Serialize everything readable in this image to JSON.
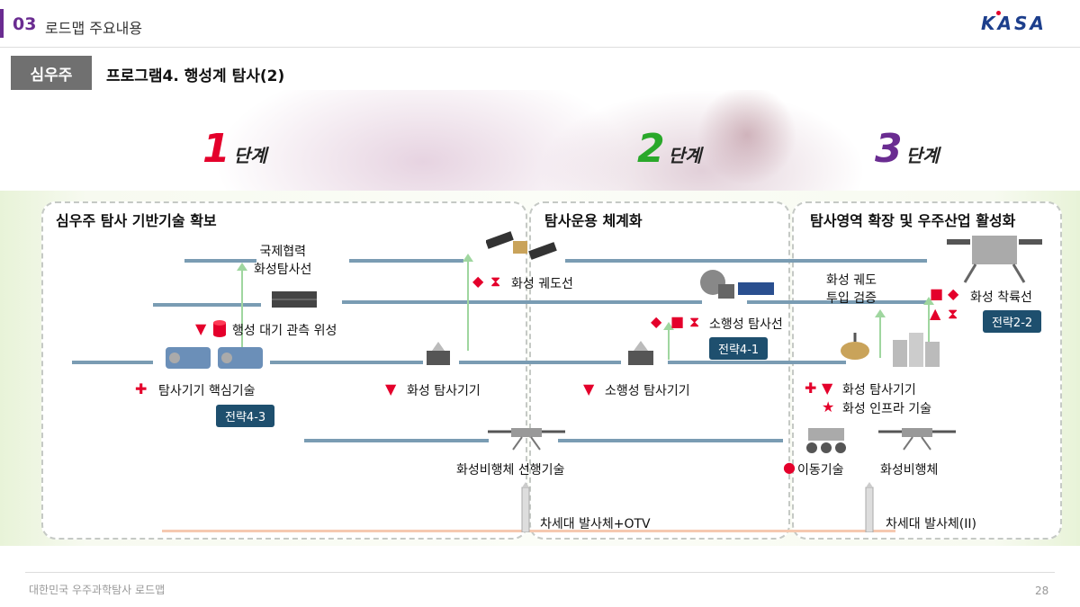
{
  "header": {
    "section_number": "03",
    "section_title": "로드맵 주요내용",
    "logo_text": "KASA"
  },
  "badge": "심우주",
  "subtitle": "프로그램4. 행성계 탐사(2)",
  "stages": [
    {
      "number": "1",
      "label": "단계",
      "color": "#e4002b"
    },
    {
      "number": "2",
      "label": "단계",
      "color": "#2aa82a"
    },
    {
      "number": "3",
      "label": "단계",
      "color": "#6a2c91"
    }
  ],
  "boxes": [
    {
      "title": "심우주 탐사 기반기술 확보"
    },
    {
      "title": "탐사운용 체계화"
    },
    {
      "title": "탐사영역 확장 및 우주산업 활성화"
    }
  ],
  "labels": {
    "intl_mars": "국제협력\n화성탐사선",
    "atmo_sat": "행성 대기 관측 위성",
    "core_tech": "탐사기기 핵심기술",
    "mars_instr1": "화성 탐사기기",
    "mars_orbiter": "화성 궤도선",
    "asteroid_ship": "소행성 탐사선",
    "asteroid_instr": "소행성 탐사기기",
    "mars_aircraft_tech": "화성비행체 선행기술",
    "nextgen_otv": "차세대 발사체+OTV",
    "orbit_verify": "화성 궤도\n투입 검증",
    "mars_lander": "화성 착륙선",
    "mars_instr2": "화성 탐사기기",
    "mars_infra": "화성 인프라 기술",
    "mobility": "이동기술",
    "mars_aircraft": "화성비행체",
    "nextgen_2": "차세대 발사체(II)"
  },
  "tags": {
    "s43": "전략4-3",
    "s41": "전략4-1",
    "s22": "전략2-2"
  },
  "symbols": {
    "cross": "✚",
    "triangle_down": "▼",
    "diamond": "◆",
    "hourglass": "⧗",
    "square": "■",
    "triangle_up": "▲",
    "star": "★",
    "circle": "●"
  },
  "colors": {
    "accent": "#e4002b",
    "track": "#7a9cb3",
    "strategy_tag": "#1e4f6e",
    "arrow": "#9fd69f"
  },
  "footer": {
    "text": "대한민국 우주과학탐사 로드맵",
    "page": "28"
  }
}
